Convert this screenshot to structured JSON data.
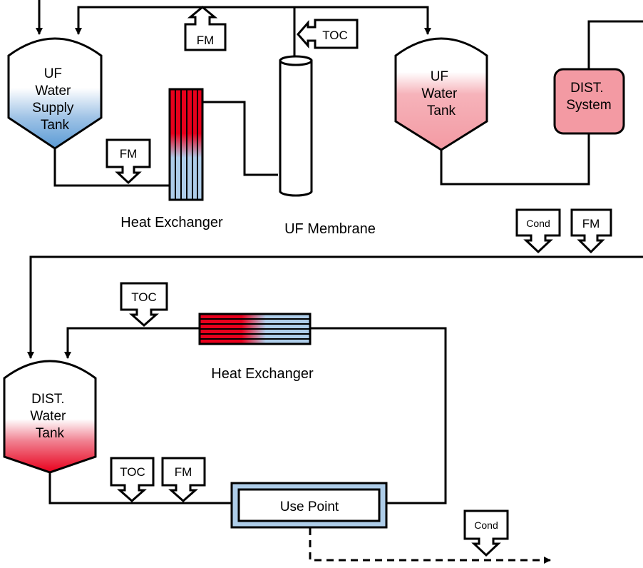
{
  "colors": {
    "hot": "#e8001c",
    "hot_light": "#f39aa3",
    "cold": "#5b9bd5",
    "cold_light": "#aecde9",
    "line": "#000000"
  },
  "vessels": {
    "uf_supply_tank": [
      "UF",
      "Water",
      "Supply",
      "Tank"
    ],
    "uf_water_tank": [
      "UF",
      "Water",
      "Tank"
    ],
    "dist_system": [
      "DIST.",
      "System"
    ],
    "dist_water_tank": [
      "DIST.",
      "Water",
      "Tank"
    ]
  },
  "components": {
    "heat_exchanger_top": "Heat Exchanger",
    "uf_membrane": "UF Membrane",
    "heat_exchanger_bottom": "Heat Exchanger",
    "use_point": "Use Point"
  },
  "sensors": {
    "fm_top": "FM",
    "toc_top": "TOC",
    "fm_supply": "FM",
    "cond_mid": "Cond",
    "fm_mid": "FM",
    "toc_loop": "TOC",
    "toc_bottom": "TOC",
    "fm_bottom": "FM",
    "cond_drain": "Cond"
  }
}
